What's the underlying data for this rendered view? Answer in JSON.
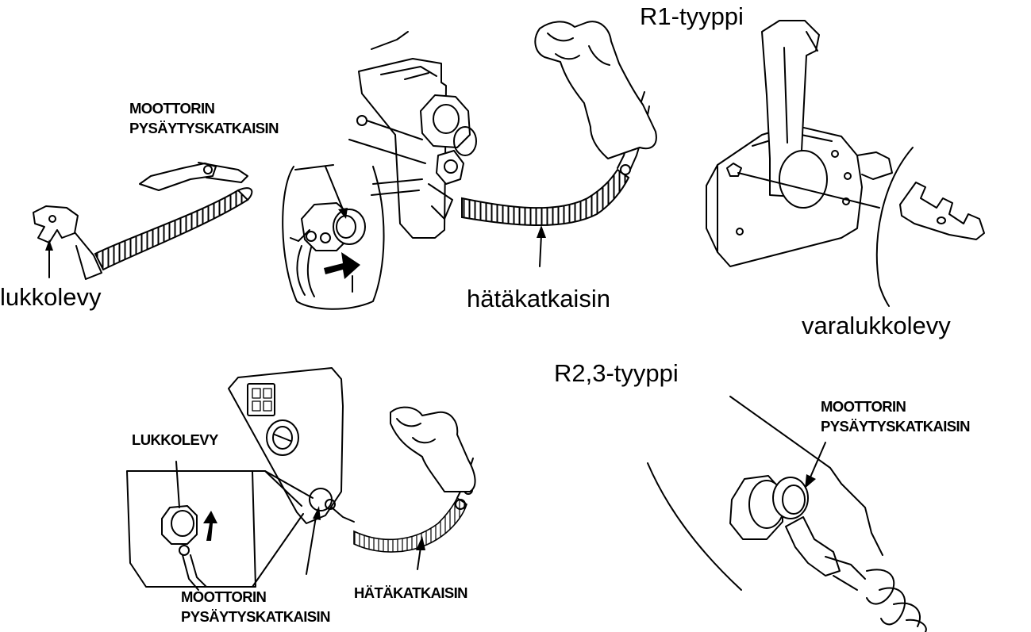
{
  "title": "R1-tyyppi",
  "subtitle": "R2,3-tyyppi",
  "r1": {
    "stop_switch": [
      "MOOTTORIN",
      "PYSÄYTYSKATKAISIN"
    ],
    "lock_plate": "lukkolevy",
    "emergency_switch": "hätäkatkaisin",
    "spare_lock_plate": "varalukkolevy"
  },
  "r23": {
    "lock_plate": "LUKKOLEVY",
    "stop_switch_left": [
      "MOOTTORIN",
      "PYSÄYTYSKATKAISIN"
    ],
    "emergency_switch": "HÄTÄKATKAISIN",
    "stop_switch_right": [
      "MOOTTORIN",
      "PYSÄYTYSKATKAISIN"
    ]
  }
}
